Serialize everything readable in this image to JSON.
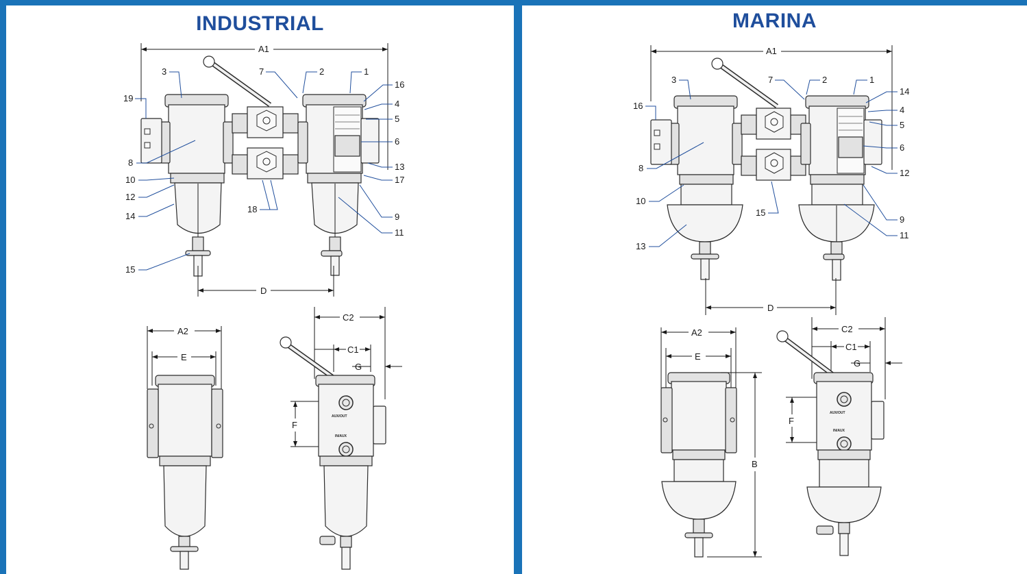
{
  "panels": [
    {
      "title": "INDUSTRIAL",
      "dimensions": [
        "A1",
        "D",
        "A2",
        "E",
        "C2",
        "C1",
        "G",
        "F"
      ],
      "callouts": [
        "1",
        "2",
        "3",
        "4",
        "5",
        "6",
        "7",
        "8",
        "9",
        "10",
        "11",
        "12",
        "13",
        "14",
        "15",
        "16",
        "17",
        "18",
        "19"
      ]
    },
    {
      "title": "MARINA",
      "dimensions": [
        "A1",
        "D",
        "A2",
        "E",
        "C2",
        "C1",
        "G",
        "F",
        "B"
      ],
      "callouts": [
        "1",
        "2",
        "3",
        "4",
        "5",
        "6",
        "7",
        "8",
        "9",
        "10",
        "11",
        "12",
        "13",
        "14",
        "15",
        "16"
      ]
    }
  ],
  "port_labels": {
    "outlet": "AUX/OUT",
    "inlet": "IN/AUX"
  },
  "colors": {
    "frame": "#1a73b8",
    "title": "#1f4e9c",
    "callout_line": "#1f4e9c"
  }
}
